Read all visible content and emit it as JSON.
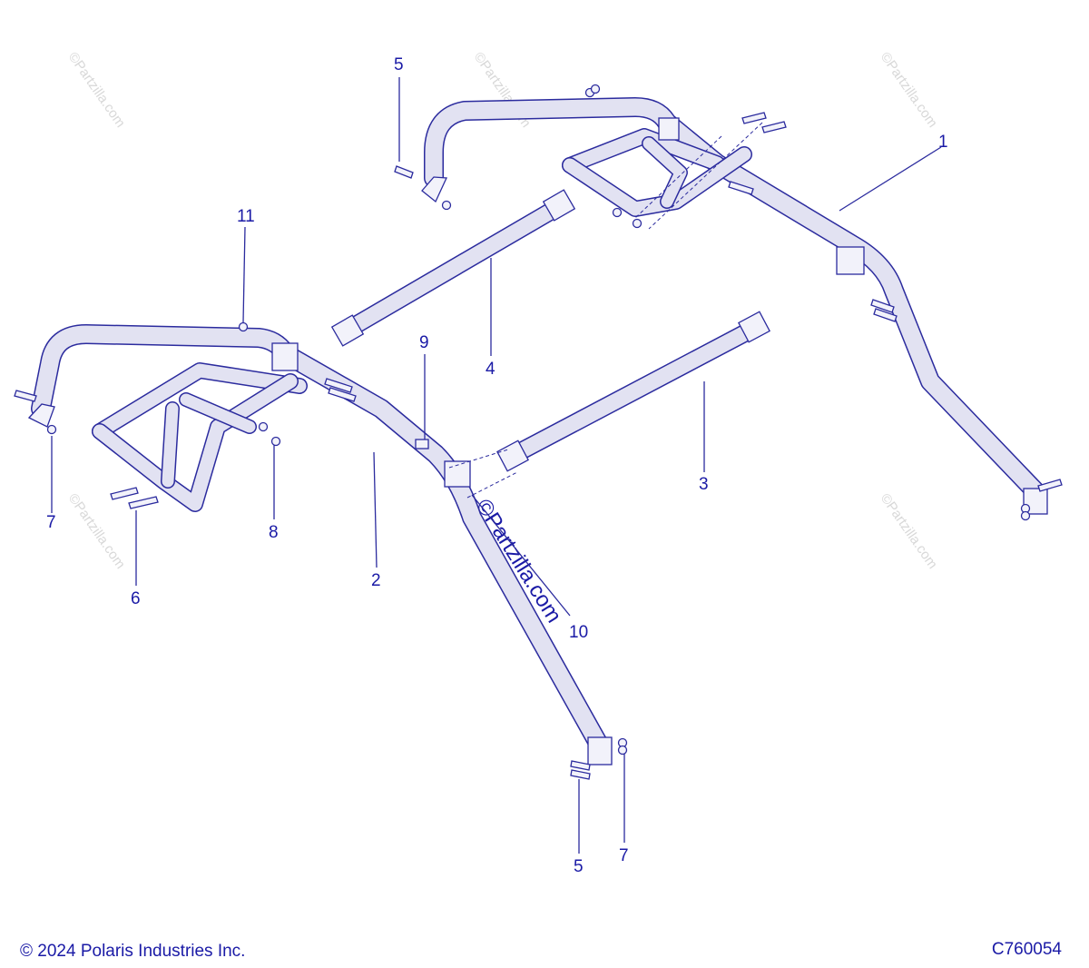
{
  "diagram": {
    "callouts": [
      {
        "id": "c1",
        "text": "1"
      },
      {
        "id": "c2",
        "text": "2"
      },
      {
        "id": "c3",
        "text": "3"
      },
      {
        "id": "c4",
        "text": "4"
      },
      {
        "id": "c5a",
        "text": "5"
      },
      {
        "id": "c5b",
        "text": "5"
      },
      {
        "id": "c6",
        "text": "6"
      },
      {
        "id": "c7a",
        "text": "7"
      },
      {
        "id": "c7b",
        "text": "7"
      },
      {
        "id": "c8",
        "text": "8"
      },
      {
        "id": "c9",
        "text": "9"
      },
      {
        "id": "c10",
        "text": "10"
      },
      {
        "id": "c11",
        "text": "11"
      }
    ],
    "watermark": "©Partzilla.com"
  },
  "footer": {
    "copyright": "© 2024 Polaris Industries Inc.",
    "part_number": "C760054"
  },
  "colors": {
    "line": "#2b2b9e",
    "text": "#1a1aa6",
    "background": "#ffffff"
  }
}
